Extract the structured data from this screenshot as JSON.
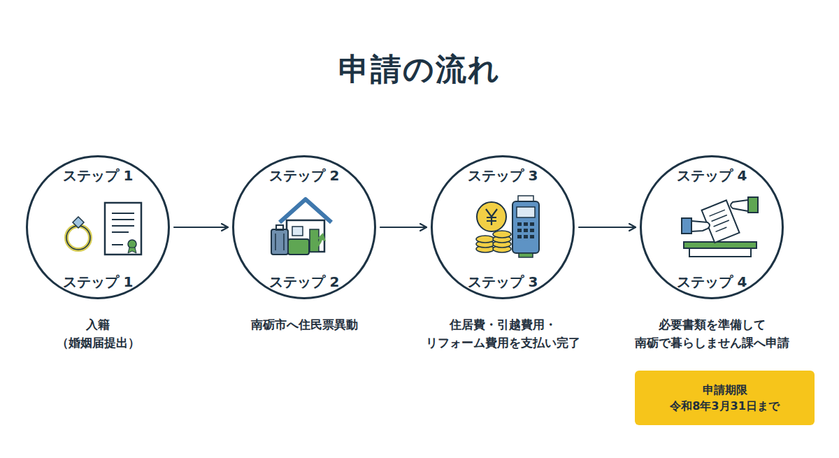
{
  "diagram": {
    "title": "申請の流れ",
    "nodes": [
      {
        "text": [
          "ステップ 1",
          "ステップ 1",
          "入籍 （婚姻届提出）"
        ]
      },
      {
        "text": [
          "ステップ 2",
          "ステップ 2",
          "南砺市へ住民票異動"
        ]
      },
      {
        "text": [
          "ステップ 3",
          "ステップ 3",
          "住居費・引越費用・ リフォーム費用を支払い完了"
        ]
      },
      {
        "text": [
          "ステップ 4",
          "ステップ 4",
          "必要書類を準備して 南砺で暮らしません課へ申請"
        ]
      },
      {
        "text": [
          "申請期限",
          "令和8年3月31日まで"
        ]
      }
    ],
    "edges": [
      {
        "from": 0,
        "to": 1,
        "arrow": "to"
      },
      {
        "from": 1,
        "to": 2,
        "arrow": "to"
      },
      {
        "from": 2,
        "to": 3,
        "arrow": "to"
      }
    ]
  }
}
